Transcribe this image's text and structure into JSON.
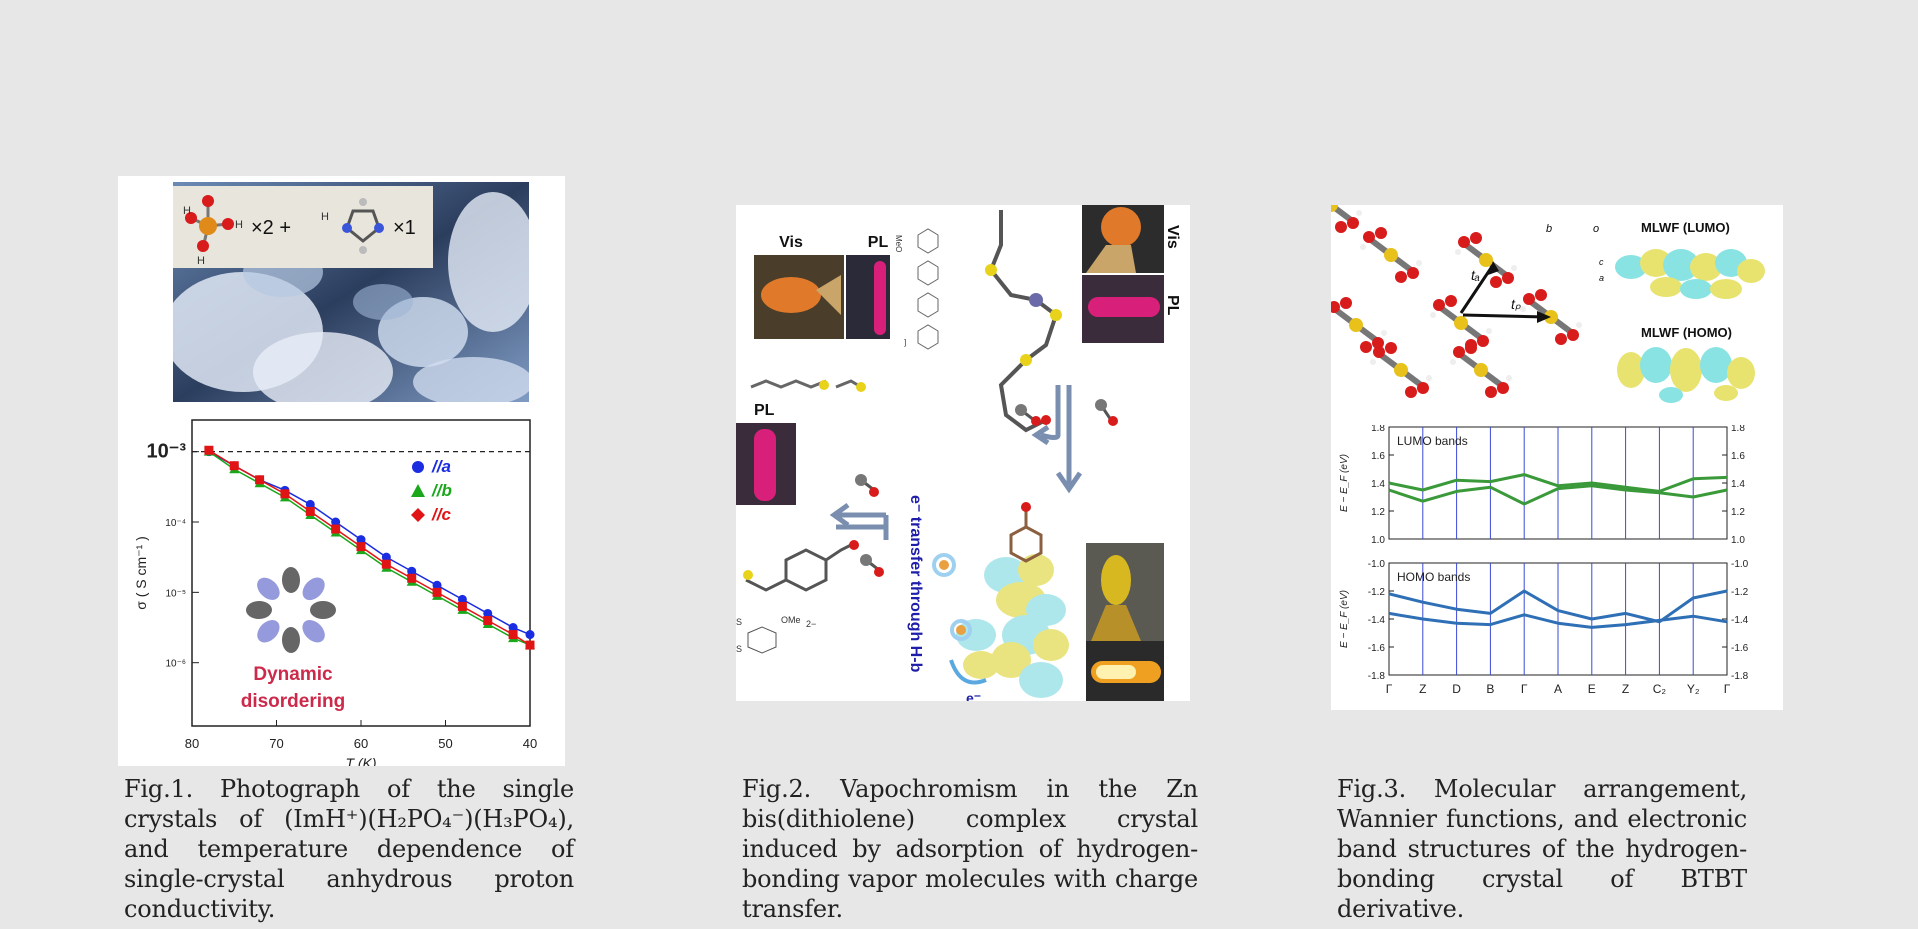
{
  "fig1": {
    "inset": {
      "times2": "×2 +",
      "times1": "×1"
    },
    "chart_data": {
      "type": "scatter",
      "xlabel": "T (K)",
      "ylabel": "σ ( S cm⁻¹ )",
      "xlim": [
        80,
        40
      ],
      "x_ticks": [
        "80",
        "70",
        "60",
        "50",
        "40"
      ],
      "y_ticks": [
        "10⁻³",
        "10⁻⁴",
        "10⁻⁵",
        "10⁻⁶"
      ],
      "reference_line": "10⁻³",
      "log_scale": true,
      "series": [
        {
          "name": "//a",
          "color": "#1a2de0",
          "marker": "circle",
          "x": [
            78,
            75,
            72,
            69,
            66,
            63,
            60,
            57,
            54,
            51,
            48,
            45,
            42,
            40
          ],
          "log_y": [
            -3.0,
            -3.2,
            -3.4,
            -3.55,
            -3.75,
            -4.0,
            -4.25,
            -4.5,
            -4.7,
            -4.9,
            -5.1,
            -5.3,
            -5.5,
            -5.6
          ]
        },
        {
          "name": "//b",
          "color": "#1aa81a",
          "marker": "triangle",
          "x": [
            78,
            75,
            72,
            69,
            66,
            63,
            60,
            57,
            54,
            51,
            48,
            45,
            42,
            40
          ],
          "log_y": [
            -3.0,
            -3.25,
            -3.45,
            -3.65,
            -3.9,
            -4.15,
            -4.4,
            -4.65,
            -4.85,
            -5.05,
            -5.25,
            -5.45,
            -5.65,
            -5.75
          ]
        },
        {
          "name": "//c",
          "color": "#e01414",
          "marker": "square",
          "x": [
            78,
            75,
            72,
            69,
            66,
            63,
            60,
            57,
            54,
            51,
            48,
            45,
            42,
            40
          ],
          "log_y": [
            -2.98,
            -3.2,
            -3.4,
            -3.6,
            -3.85,
            -4.1,
            -4.35,
            -4.6,
            -4.8,
            -5.0,
            -5.2,
            -5.4,
            -5.6,
            -5.75
          ]
        }
      ],
      "annotation": [
        "Dynamic",
        "disordering"
      ]
    },
    "caption": "Fig.1. Photograph of the single crystals of (ImH⁺)(H₂PO₄⁻)(H₃PO₄), and temperature dependence of single-crystal anhydrous proton conductivity."
  },
  "fig2": {
    "labels": {
      "vis": "Vis",
      "pl_top": "PL",
      "pl_left": "PL",
      "pl_right": "PL",
      "vis_rot": "Vis",
      "transfer": "e⁻ transfer through H-b",
      "e_minus": "e⁻"
    },
    "caption": "Fig.2. Vapochromism in the Zn bis(dithiolene) complex crystal induced by adsorption of hydrogen-bonding vapor molecules with charge transfer."
  },
  "fig3": {
    "labels": {
      "lumo_title": "MLWF (LUMO)",
      "homo_title": "MLWF (HOMO)",
      "ta": "tₐ",
      "tp": "tₚ",
      "axis_b": "b",
      "axis_o": "o",
      "axis_c": "c",
      "axis_a": "a"
    },
    "chart_data": [
      {
        "type": "line",
        "title": "LUMO bands",
        "ylabel": "E − E_F (eV)",
        "ylim": [
          1.0,
          1.8
        ],
        "y_ticks": [
          "1.8",
          "1.6",
          "1.4",
          "1.2",
          "1.0"
        ],
        "color": "#3a9a3a",
        "series": [
          {
            "x": [
              0,
              1,
              2,
              3,
              4,
              5,
              6,
              7,
              8,
              9,
              10
            ],
            "values": [
              1.4,
              1.35,
              1.42,
              1.41,
              1.46,
              1.38,
              1.4,
              1.37,
              1.34,
              1.43,
              1.44
            ]
          },
          {
            "x": [
              0,
              1,
              2,
              3,
              4,
              5,
              6,
              7,
              8,
              9,
              10
            ],
            "values": [
              1.35,
              1.27,
              1.34,
              1.37,
              1.25,
              1.36,
              1.38,
              1.35,
              1.33,
              1.3,
              1.35
            ]
          }
        ]
      },
      {
        "type": "line",
        "title": "HOMO bands",
        "ylabel": "E − E_F (eV)",
        "ylim": [
          -1.8,
          -1.0
        ],
        "y_ticks": [
          "-1.0",
          "-1.2",
          "-1.4",
          "-1.6",
          "-1.8"
        ],
        "color": "#2f6fb5",
        "series": [
          {
            "x": [
              0,
              1,
              2,
              3,
              4,
              5,
              6,
              7,
              8,
              9,
              10
            ],
            "values": [
              -1.22,
              -1.28,
              -1.33,
              -1.36,
              -1.2,
              -1.34,
              -1.4,
              -1.36,
              -1.42,
              -1.25,
              -1.2
            ]
          },
          {
            "x": [
              0,
              1,
              2,
              3,
              4,
              5,
              6,
              7,
              8,
              9,
              10
            ],
            "values": [
              -1.36,
              -1.4,
              -1.43,
              -1.44,
              -1.37,
              -1.43,
              -1.46,
              -1.44,
              -1.41,
              -1.38,
              -1.42
            ]
          }
        ]
      }
    ],
    "k_labels": [
      "Γ",
      "Z",
      "D",
      "B",
      "Γ",
      "A",
      "E",
      "Z",
      "C₂",
      "Y₂",
      "Γ"
    ],
    "caption": "Fig.3. Molecular arrangement, Wannier functions, and electronic band structures of the hydrogen-bonding crystal of BTBT derivative."
  },
  "colors": {
    "background": "#e7e7e7",
    "vapor_arrow": "#7a8fb0",
    "dynamic_text": "#cc2a4a",
    "transfer_text": "#1e1eaa"
  }
}
